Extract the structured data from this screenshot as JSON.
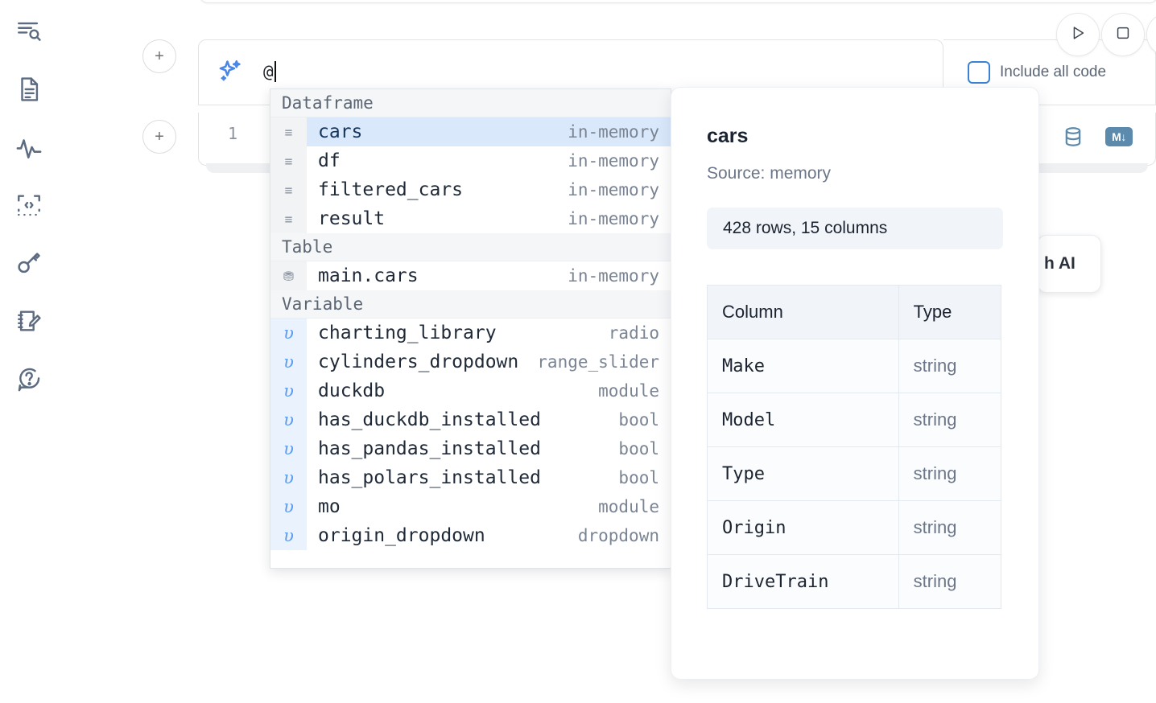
{
  "sidebar": {
    "items": [
      {
        "name": "outline-search-icon",
        "label": "Explore / outline"
      },
      {
        "name": "document-icon",
        "label": "Notebook file"
      },
      {
        "name": "activity-pulse-icon",
        "label": "Activity"
      },
      {
        "name": "code-snippet-icon",
        "label": "Snippets"
      },
      {
        "name": "key-icon",
        "label": "Secrets"
      },
      {
        "name": "scratchpad-edit-icon",
        "label": "Scratchpad"
      },
      {
        "name": "help-chat-icon",
        "label": "Help"
      }
    ]
  },
  "cell": {
    "add_button_label": "+",
    "line_number": "1",
    "ai_prompt_value": "@",
    "ai_icon": "sparkle-icon",
    "include_all_code_label": "Include all code",
    "include_all_code_checked": false,
    "run_button_icon": "play-icon",
    "stop_button_icon": "stop-square-icon",
    "database_icon": "database-icon",
    "markdown_badge_label": "M",
    "ai_float_button_label": "h AI"
  },
  "autocomplete": {
    "sections": [
      {
        "title": "Dataframe",
        "items": [
          {
            "icon": "dataframe-icon",
            "glyph": "≡",
            "name": "cars",
            "meta": "in-memory",
            "selected": true
          },
          {
            "icon": "dataframe-icon",
            "glyph": "≡",
            "name": "df",
            "meta": "in-memory",
            "selected": false
          },
          {
            "icon": "dataframe-icon",
            "glyph": "≡",
            "name": "filtered_cars",
            "meta": "in-memory",
            "selected": false
          },
          {
            "icon": "dataframe-icon",
            "glyph": "≡",
            "name": "result",
            "meta": "in-memory",
            "selected": false
          }
        ]
      },
      {
        "title": "Table",
        "items": [
          {
            "icon": "table-db-icon",
            "glyph": "⛃",
            "name": "main.cars",
            "meta": "in-memory",
            "selected": false
          }
        ]
      },
      {
        "title": "Variable",
        "items": [
          {
            "icon": "variable-icon",
            "glyph": "υ",
            "name": "charting_library",
            "meta": "radio",
            "selected": false
          },
          {
            "icon": "variable-icon",
            "glyph": "υ",
            "name": "cylinders_dropdown",
            "meta": "range_slider",
            "selected": false
          },
          {
            "icon": "variable-icon",
            "glyph": "υ",
            "name": "duckdb",
            "meta": "module",
            "selected": false
          },
          {
            "icon": "variable-icon",
            "glyph": "υ",
            "name": "has_duckdb_installed",
            "meta": "bool",
            "selected": false
          },
          {
            "icon": "variable-icon",
            "glyph": "υ",
            "name": "has_pandas_installed",
            "meta": "bool",
            "selected": false
          },
          {
            "icon": "variable-icon",
            "glyph": "υ",
            "name": "has_polars_installed",
            "meta": "bool",
            "selected": false
          },
          {
            "icon": "variable-icon",
            "glyph": "υ",
            "name": "mo",
            "meta": "module",
            "selected": false
          },
          {
            "icon": "variable-icon",
            "glyph": "υ",
            "name": "origin_dropdown",
            "meta": "dropdown",
            "selected": false
          }
        ]
      }
    ]
  },
  "info_panel": {
    "title": "cars",
    "source": "Source: memory",
    "stats": "428 rows, 15 columns",
    "columns_header": "Column",
    "type_header": "Type",
    "rows": [
      {
        "column": "Make",
        "type": "string"
      },
      {
        "column": "Model",
        "type": "string"
      },
      {
        "column": "Type",
        "type": "string"
      },
      {
        "column": "Origin",
        "type": "string"
      },
      {
        "column": "DriveTrain",
        "type": "string"
      }
    ]
  },
  "colors": {
    "accent_blue": "#4a86e8",
    "selected_row_bg": "#d9e9fb",
    "variable_gutter_bg": "#eaf3fd",
    "tool_blue": "#5b8aad",
    "section_bg": "#f4f6f8"
  }
}
